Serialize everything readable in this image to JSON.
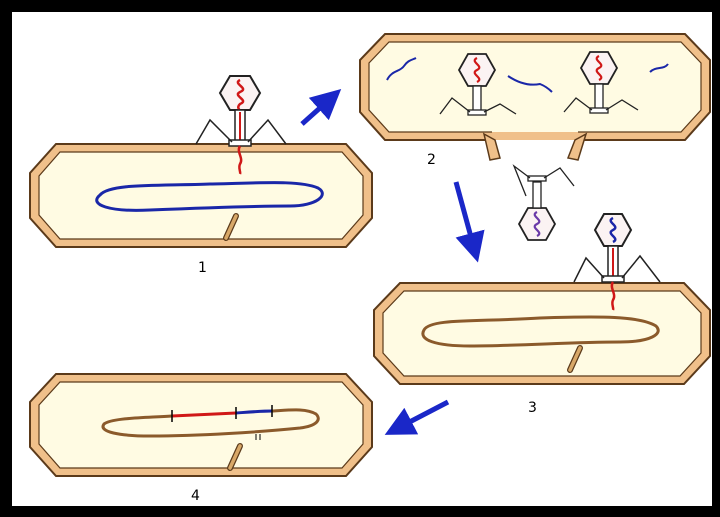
{
  "diagram": {
    "steps": [
      {
        "label": "1"
      },
      {
        "label": "2"
      },
      {
        "label": "3"
      },
      {
        "label": "4"
      }
    ],
    "colors": {
      "cell_wall": "#f0c08a",
      "cell_outline": "#5b3a1a",
      "cytoplasm": "#fffbe3",
      "bacterial_dna": "#8b5a2b",
      "phage_dna_blue": "#1a27a8",
      "phage_dna_red": "#d01818",
      "arrow": "#1a27c8",
      "phage_outline": "#222222"
    }
  }
}
